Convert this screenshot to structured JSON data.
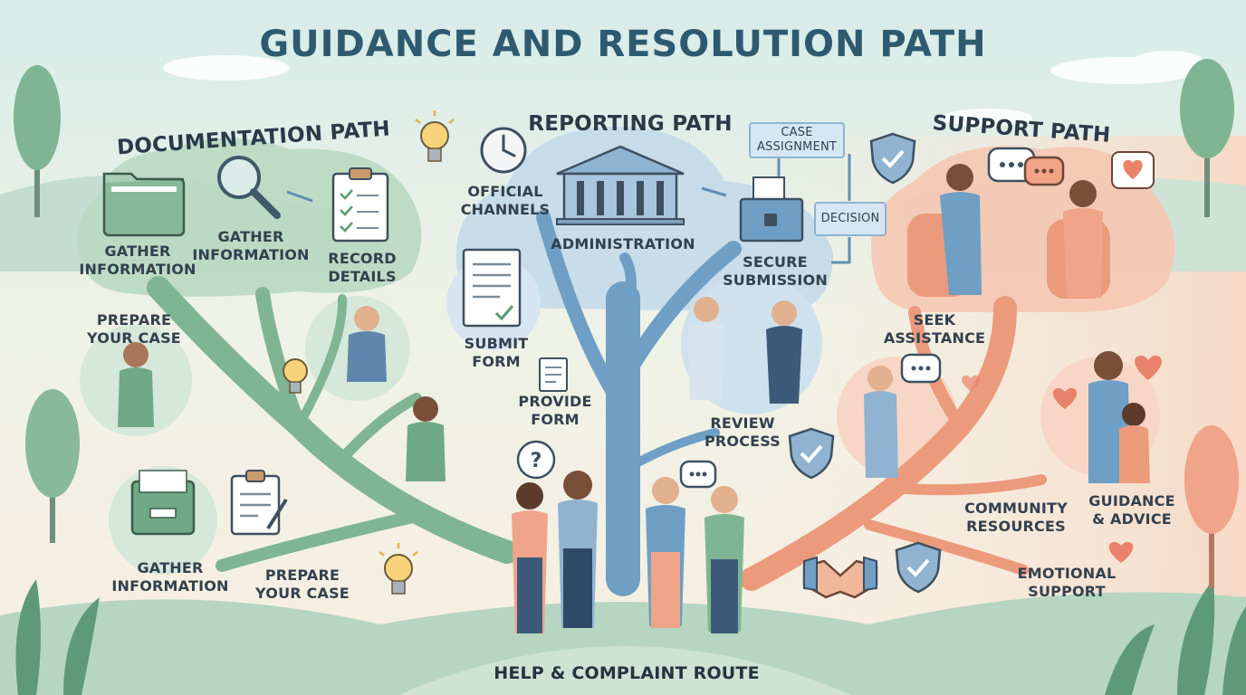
{
  "title": "GUIDANCE AND RESOLUTION PATH",
  "route": "HELP & COMPLAINT ROUTE",
  "documentation": {
    "heading": "DOCUMENTATION PATH",
    "gather_1": "GATHER\nINFORMATION",
    "gather_2": "GATHER\nINFORMATION",
    "record": "RECORD\nDETAILS",
    "prepare_1": "PREPARE\nYOUR CASE",
    "gather_3": "GATHER\nINFORMATION",
    "prepare_2": "PREPARE\nYOUR CASE"
  },
  "reporting": {
    "heading": "REPORTING PATH",
    "official": "OFFICIAL\nCHANNELS",
    "administration": "ADMINISTRATION",
    "case_assignment": "CASE\nASSIGNMENT",
    "decision": "DECISION",
    "secure": "SECURE\nSUBMISSION",
    "submit": "SUBMIT\nFORM",
    "provide": "PROVIDE\nFORM",
    "review": "REVIEW\nPROCESS"
  },
  "support": {
    "heading": "SUPPORT PATH",
    "seek": "SEEK\nASSISTANCE",
    "community": "COMMUNITY\nRESOURCES",
    "guidance": "GUIDANCE\n& ADVICE",
    "emotional": "EMOTIONAL\nSUPPORT"
  },
  "colors": {
    "documentation": "#7fb592",
    "reporting": "#6f9fc4",
    "support": "#ec9a7c",
    "text": "#33404e",
    "title": "#2e5a70"
  },
  "icons": [
    "folder-icon",
    "magnifier-icon",
    "clipboard-icon",
    "lightbulb-icon",
    "clock-icon",
    "building-icon",
    "ballot-box-icon",
    "shield-check-icon",
    "speech-bubble-icon",
    "heart-icon",
    "handshake-icon",
    "document-icon"
  ]
}
